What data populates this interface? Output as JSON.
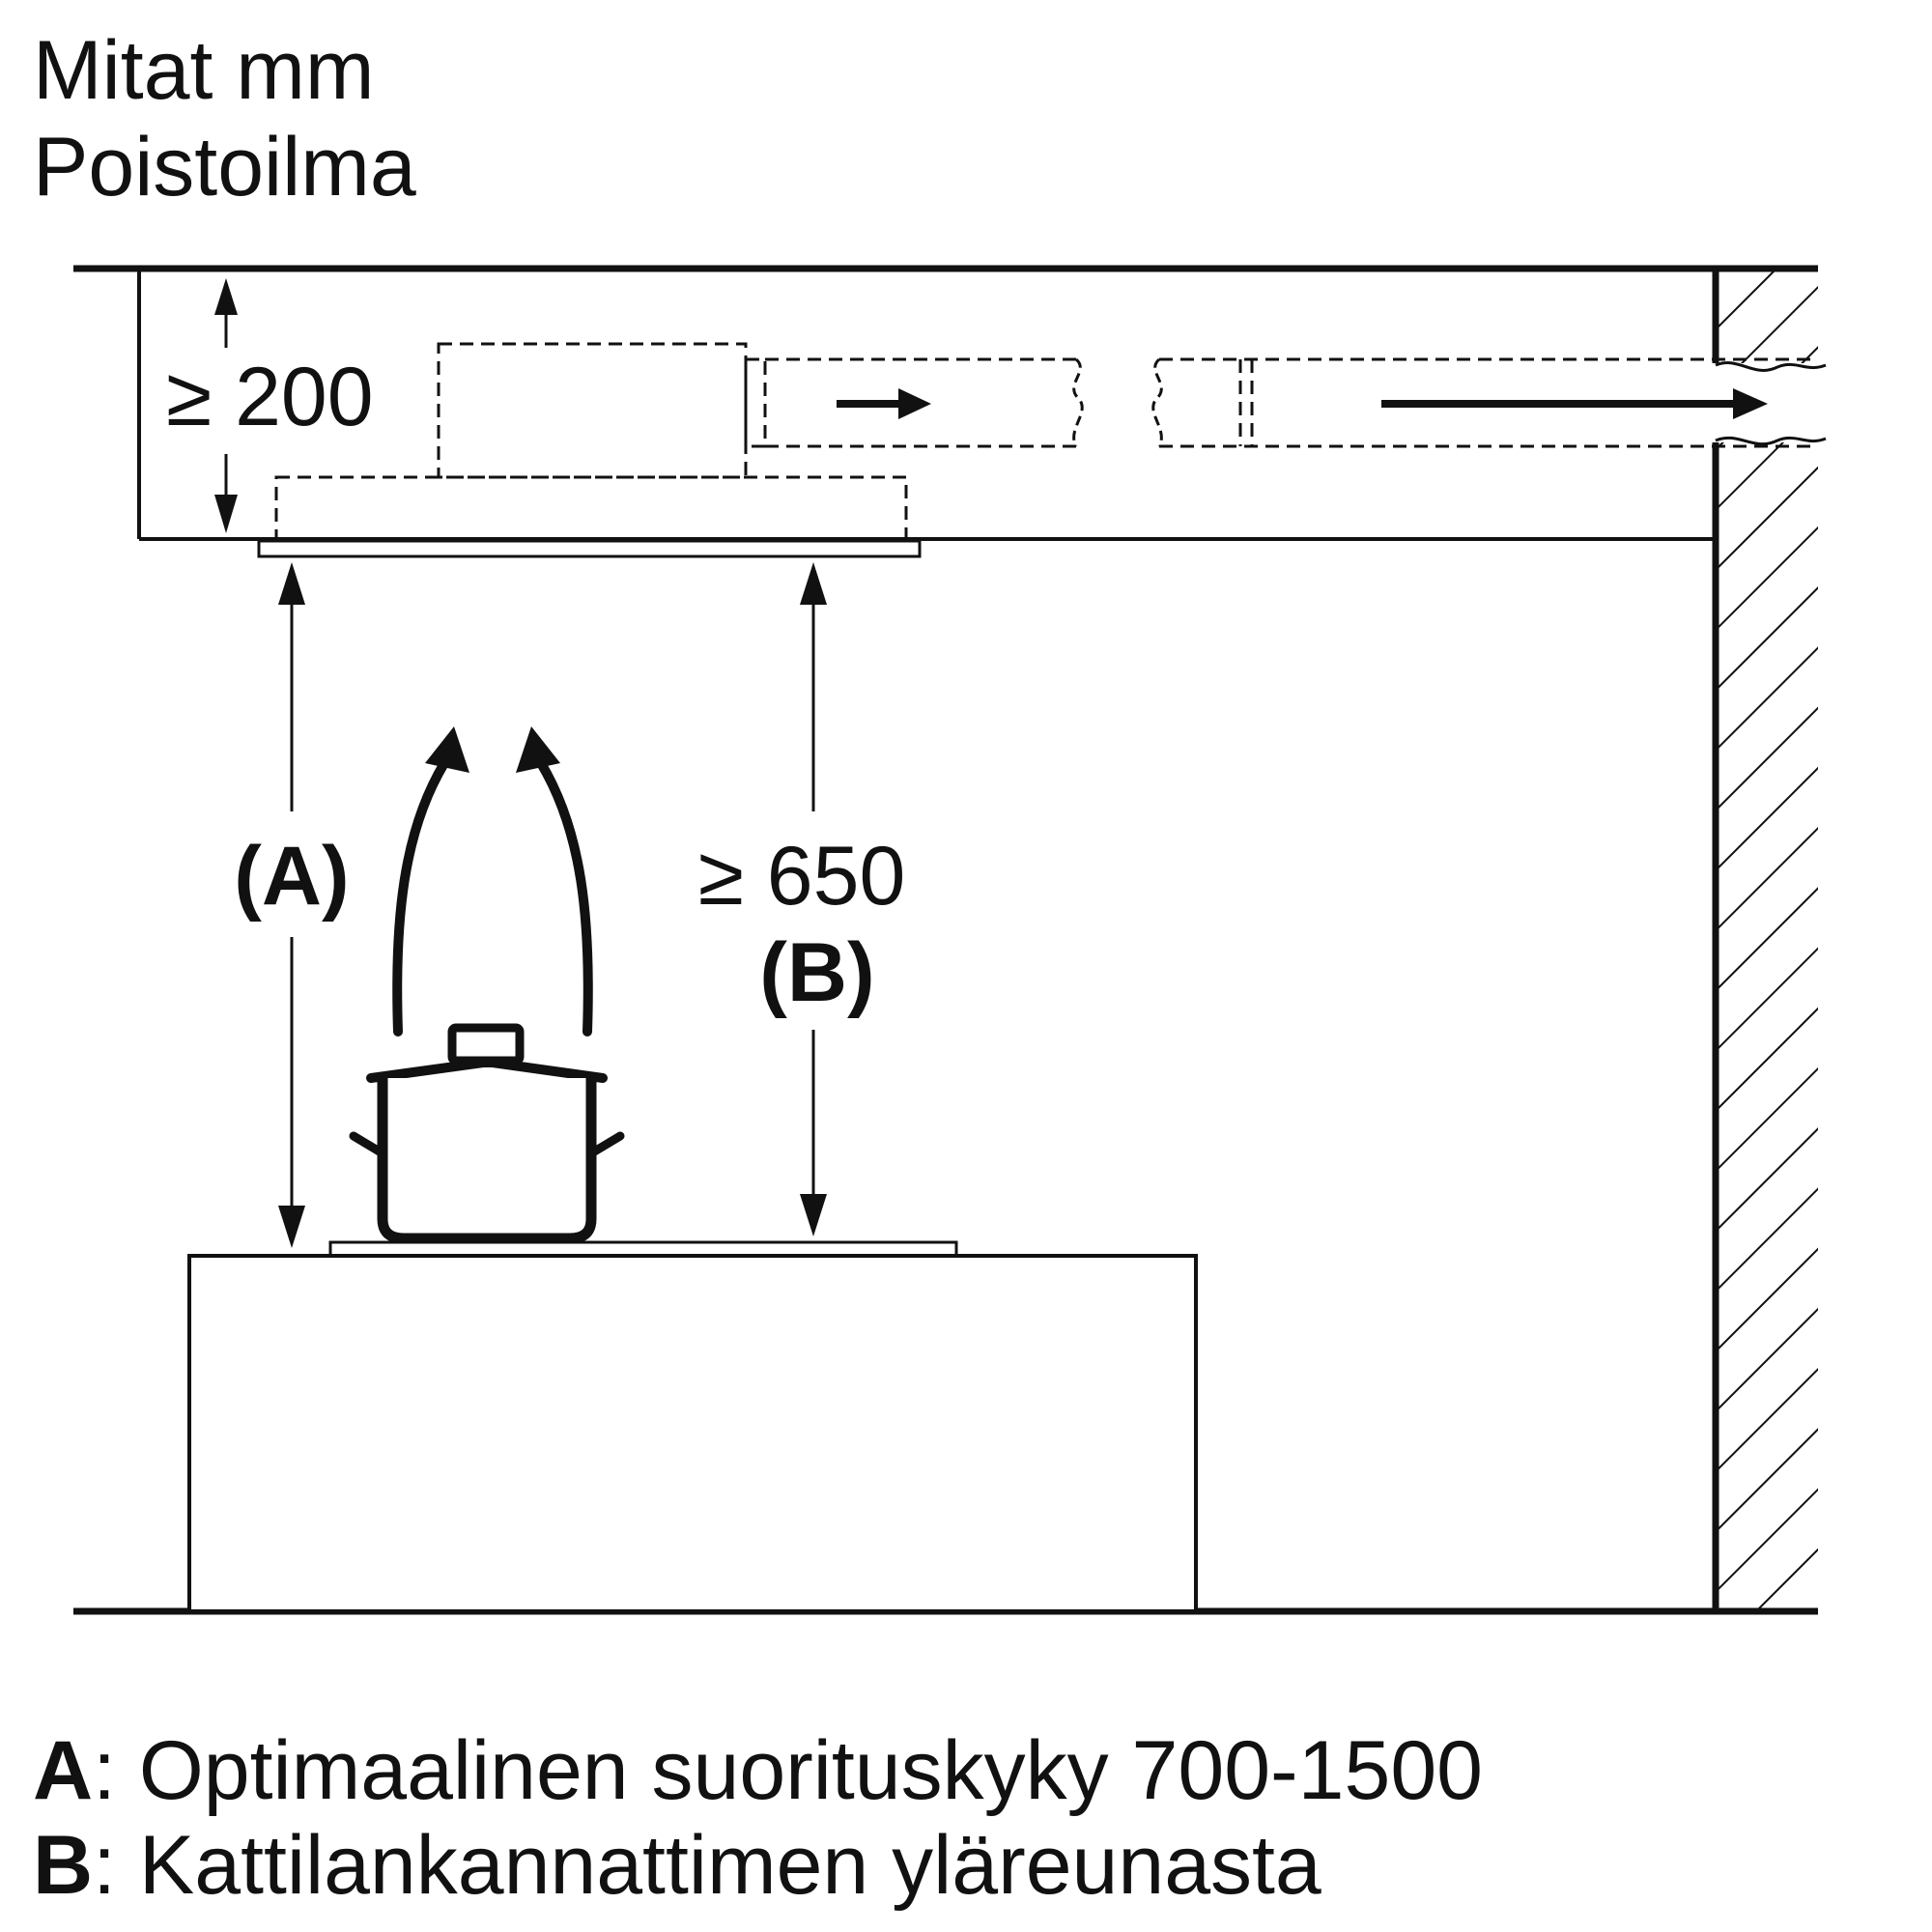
{
  "header": {
    "line1": "Mitat mm",
    "line2": "Poistoilma"
  },
  "dimensions": {
    "top_gap": "≥ 200",
    "distance_a": "(A)",
    "distance_b_value": "≥ 650",
    "distance_b_label": "(B)"
  },
  "legend": [
    {
      "key": "A",
      "text": ": Optimaalinen suorituskyky 700-1500"
    },
    {
      "key": "B",
      "text": ": Kattilankannattimen yläreunasta"
    }
  ],
  "colors": {
    "line": "#111111",
    "background": "#ffffff"
  }
}
